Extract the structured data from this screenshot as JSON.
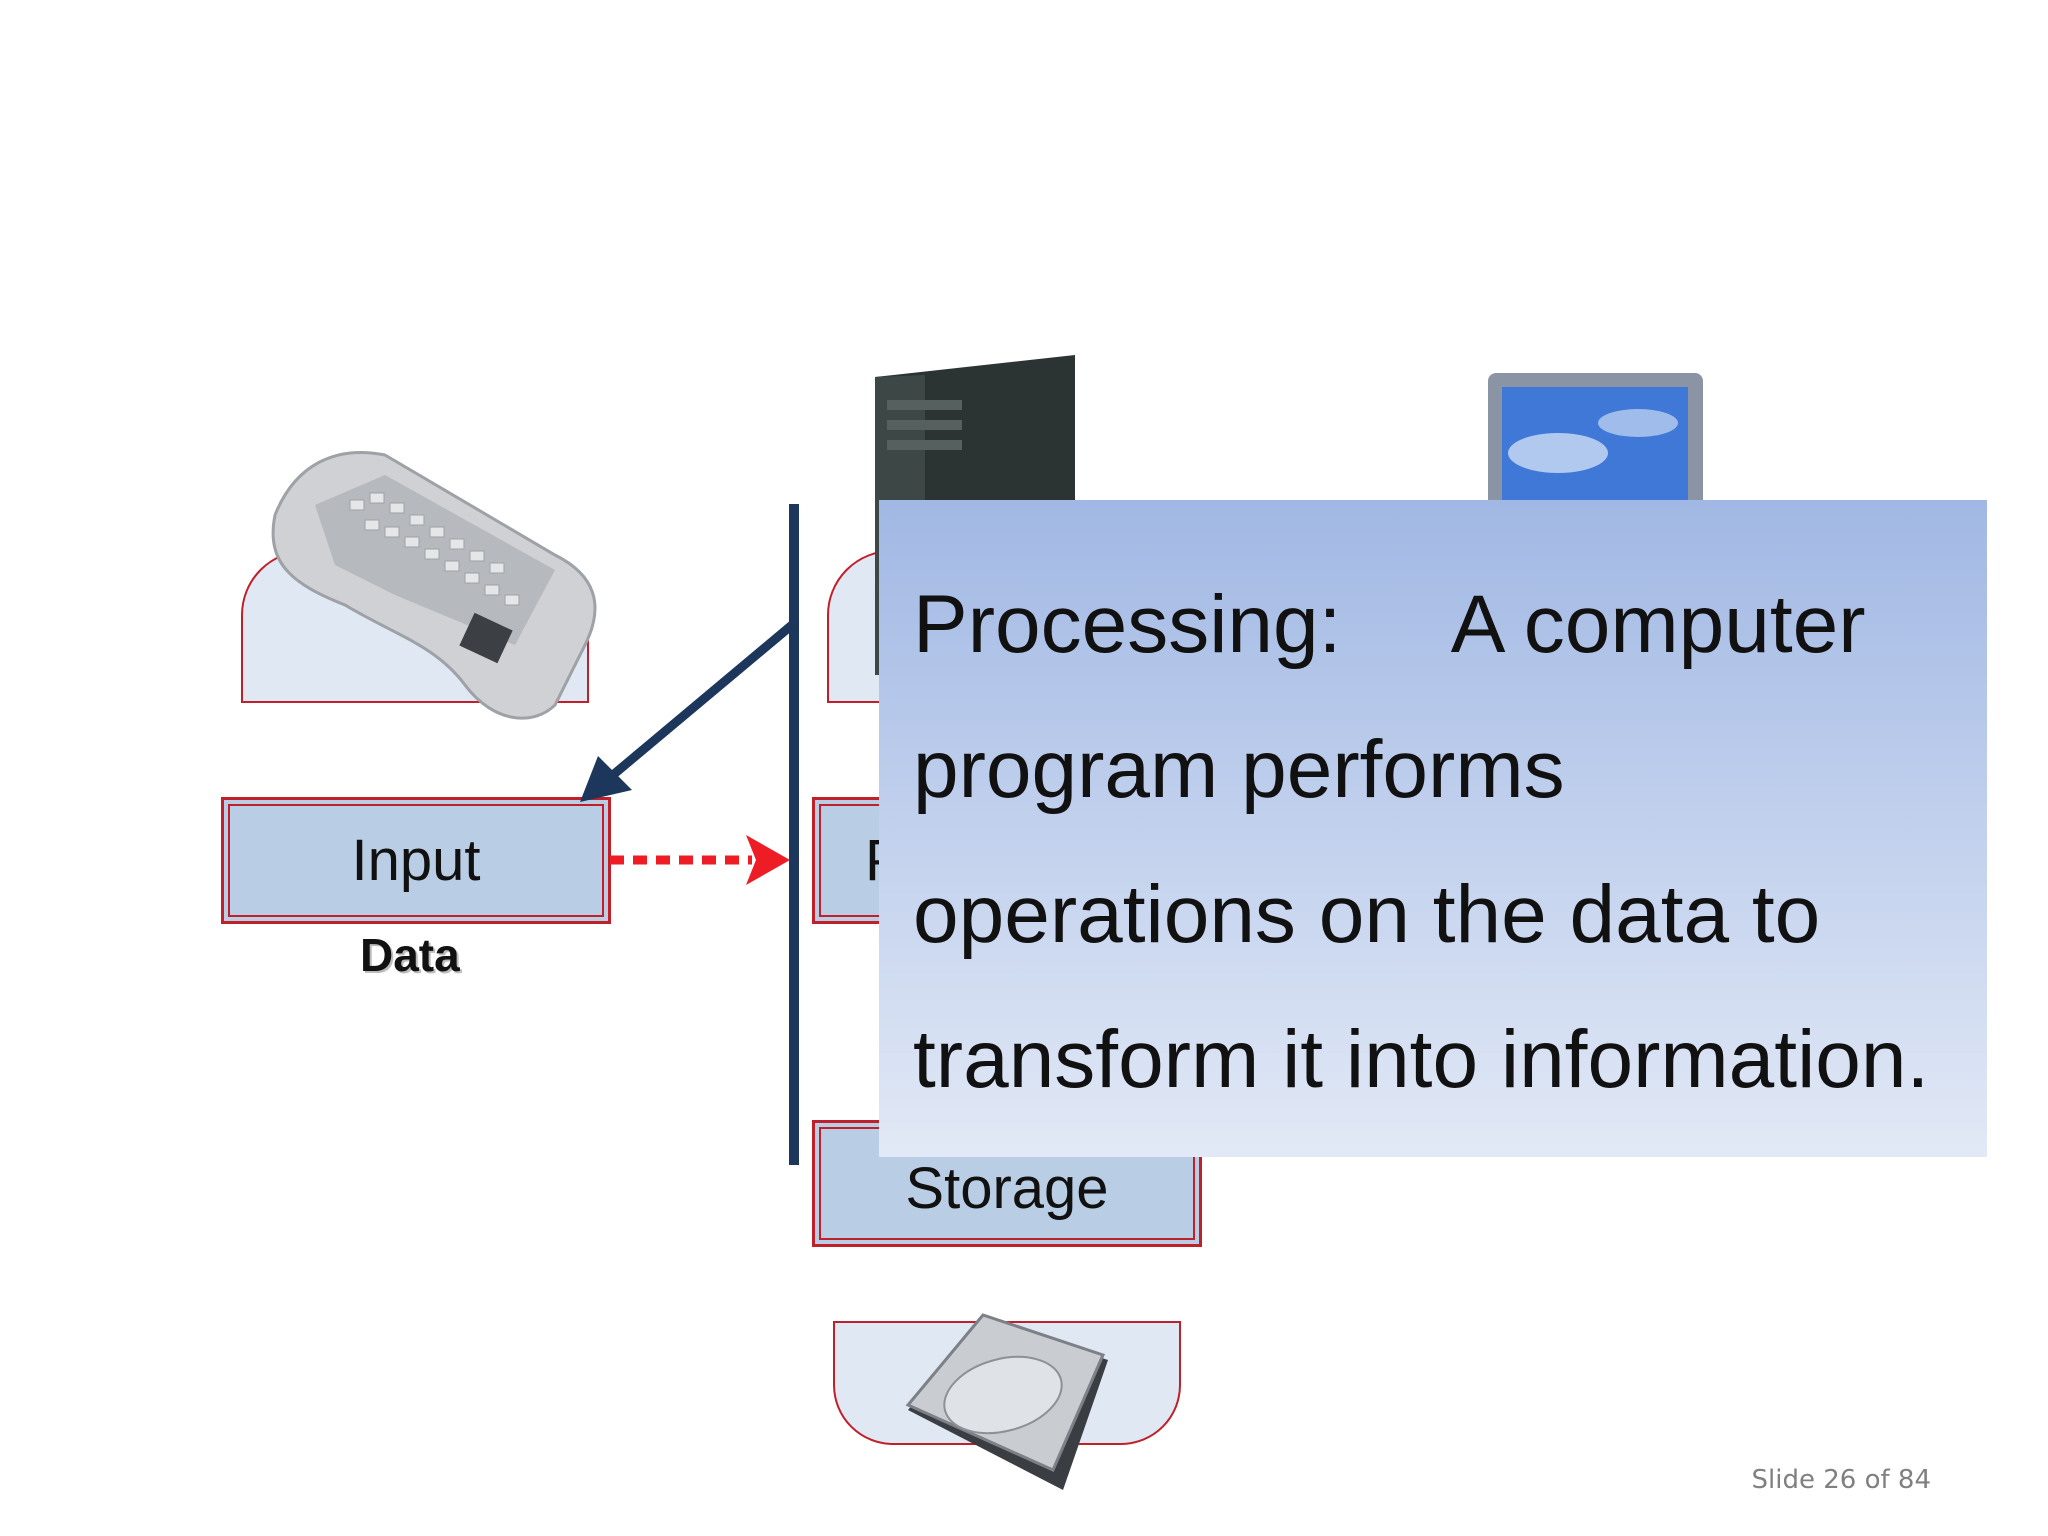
{
  "diagram": {
    "input_label": "Input",
    "processing_label_partial": "P",
    "storage_label": "Storage",
    "data_caption": "Data"
  },
  "callout": {
    "text": "Processing:     A computer program performs operations on the data to transform it into information."
  },
  "footer": {
    "slide_counter": "Slide 26 of 84"
  },
  "colors": {
    "box_fill": "#b9cde4",
    "box_border": "#c0202a",
    "arrow_navy": "#1c365c",
    "arrow_red": "#ee1c24"
  }
}
